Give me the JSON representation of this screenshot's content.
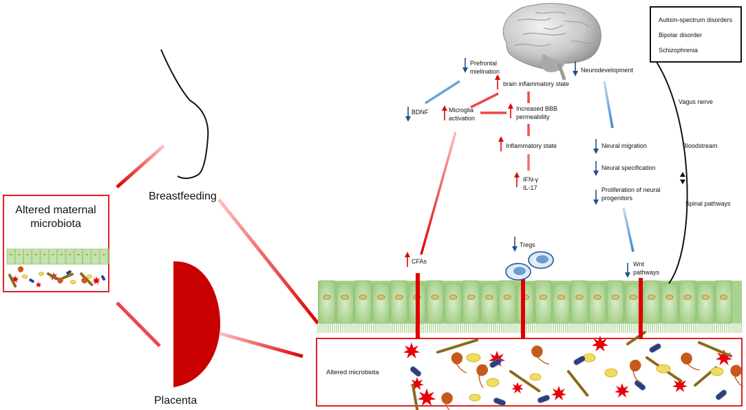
{
  "maternal_box": {
    "line1": "Altered maternal",
    "line2": "microbiota"
  },
  "breastfeeding": "Breastfeeding",
  "placenta": "Placenta",
  "gut_box": {
    "label": "Altered microbiota"
  },
  "disorders": [
    "Autism-spectrum disorders",
    "Bipolar disorder",
    "Schizophrenia"
  ],
  "routes": {
    "vagus": "Vagus nerve",
    "bloodstream": "Bloodstream",
    "spinal": "Spinal pathways"
  },
  "labels": {
    "prefrontal_1": "Prefrontal",
    "prefrontal_2": "mielination",
    "brain_inflammatory": "brain inflammatory state",
    "bdnf": "BDNF",
    "microglia_1": "Microglia",
    "microglia_2": "activation",
    "bbb_1": "Increased BBB",
    "bbb_2": "permeability",
    "inflammatory_state": "Inflammatory state",
    "ifn": "IFN-γ",
    "il17": "IL-17",
    "tregs": "Tregs",
    "cfas": "CFAs",
    "neurodevelopment": "Neurodevelopment",
    "neural_migration": "Neural migration",
    "neural_specification": "Neural specification",
    "proliferation_1": "Proliferation of neural",
    "proliferation_2": "progenitors",
    "wnt_1": "Wnt",
    "wnt_2": "pathways"
  },
  "colors": {
    "up_arrow": "#e00000",
    "down_arrow": "#1e4f8c",
    "frame": "#e02020",
    "epithelium": "#b8dca0",
    "placenta": "#c80000"
  }
}
